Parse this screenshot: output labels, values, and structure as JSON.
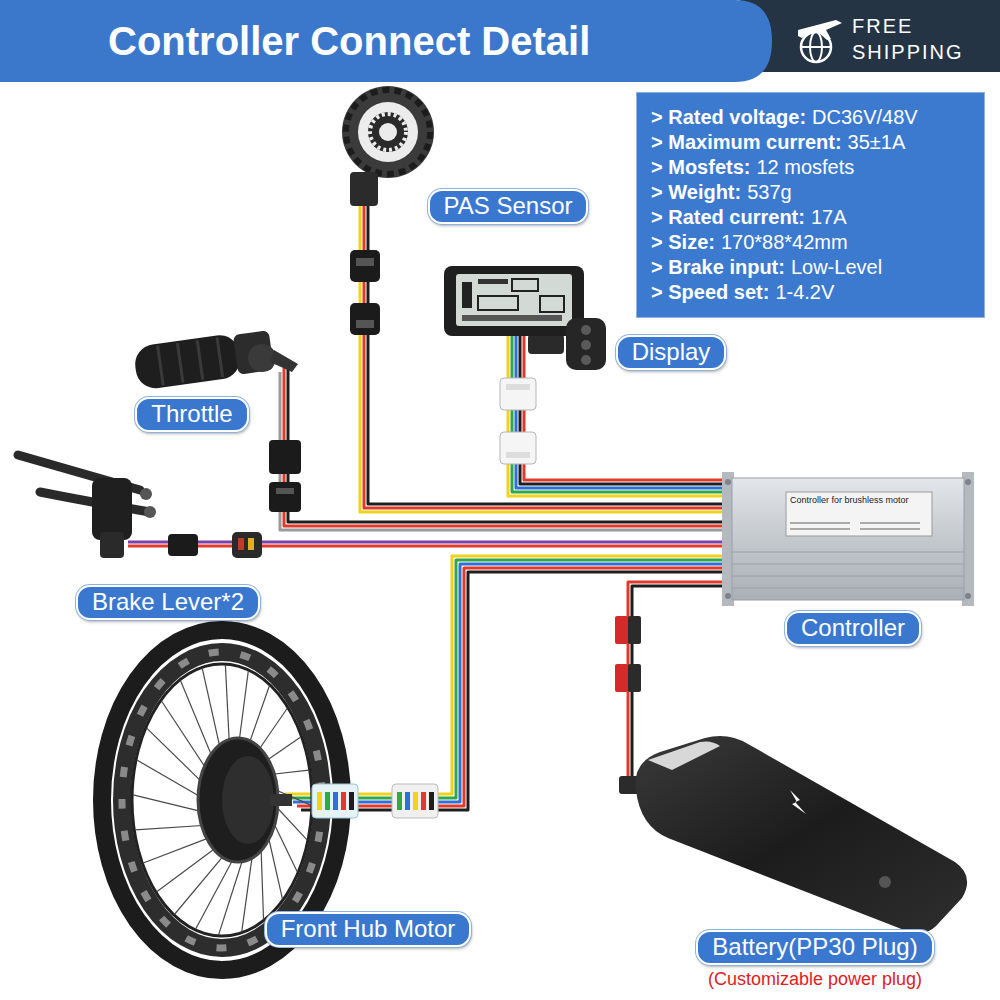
{
  "diagram": {
    "title": "Controller Connect Detail",
    "nodes": [
      {
        "text": [
          "> Rated voltage:",
          "DC36V/48V",
          "> Maximum current:",
          "35±1A",
          "> Mosfets:",
          "12 mosfets",
          "> Weight:",
          "537g",
          "> Rated current:",
          "17A",
          "> Size:",
          "170*88*42mm",
          "> Brake input:",
          "Low-Level",
          "> Speed set:",
          "1-4.2V"
        ]
      },
      {
        "text": [
          "PAS Sensor"
        ]
      },
      {
        "text": [
          "Display"
        ]
      },
      {
        "text": [
          "Throttle"
        ]
      },
      {
        "text": [
          "Brake Lever*2"
        ]
      },
      {
        "text": [
          "Controller"
        ]
      },
      {
        "text": [
          "Front Hub Motor"
        ]
      },
      {
        "text": [
          "Battery(PP30 Plug)"
        ]
      }
    ],
    "labels": [
      "FREE SHIPPING",
      "Controller for brushless motor",
      "(Customizable power plug)"
    ]
  }
}
